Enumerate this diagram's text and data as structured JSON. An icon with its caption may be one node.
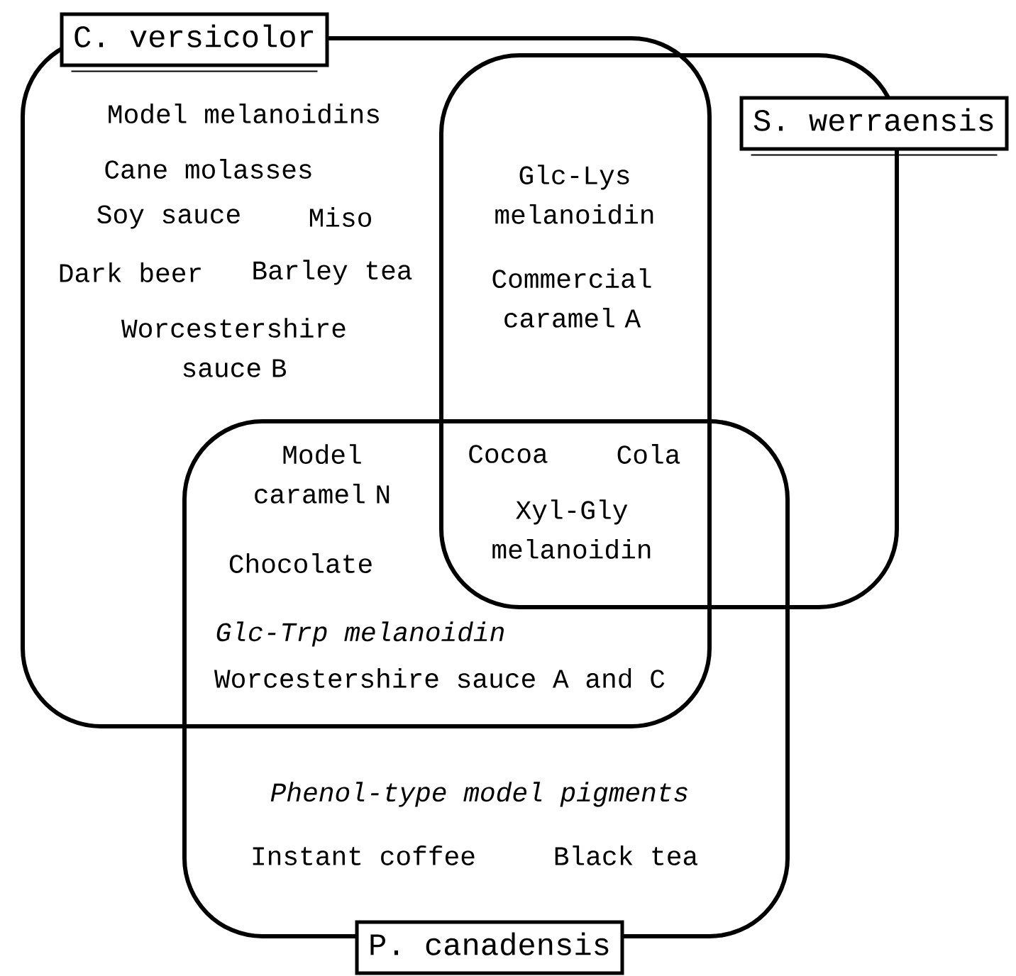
{
  "diagram": {
    "nodes": [
      {
        "text": [
          "C. versicolor"
        ]
      },
      {
        "text": [
          "S. werraensis"
        ]
      },
      {
        "text": [
          "P. canadensis"
        ]
      }
    ],
    "labels": [
      "Model melanoidins",
      "Cane molasses",
      "Soy sauce",
      "Miso",
      "Dark beer",
      "Barley tea",
      "Worcestershire sauce B",
      "Glc-Lys melanoidin",
      "Commercial caramel A",
      "Model caramel N",
      "Cocoa",
      "Cola",
      "Xyl-Gly melanoidin",
      "Chocolate",
      "Glc-Trp melanoidin",
      "Worcestershire sauce A and C",
      "Phenol-type model pigments",
      "Instant coffee",
      "Black tea"
    ]
  }
}
